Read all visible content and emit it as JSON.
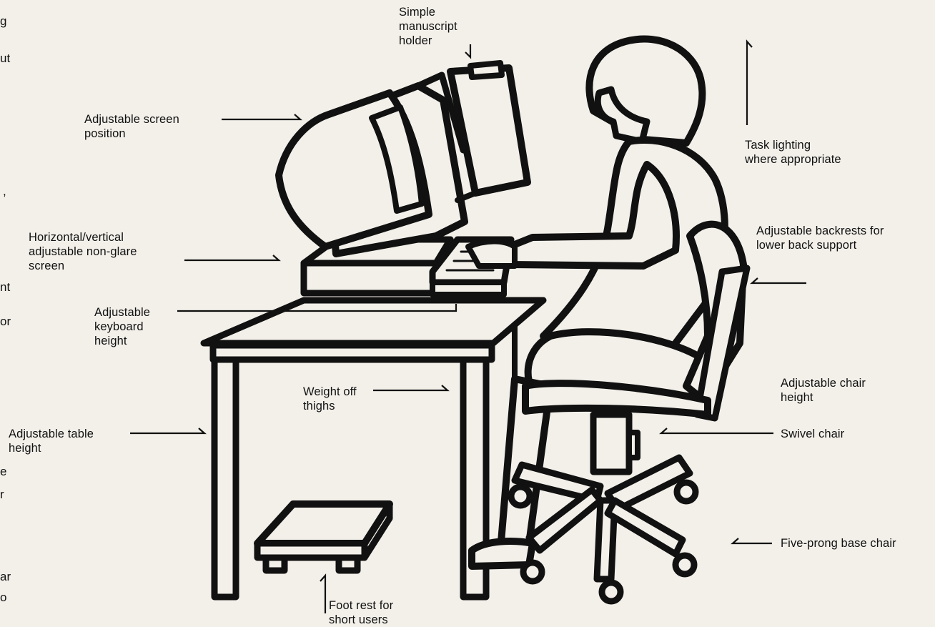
{
  "labels": {
    "manuscript_holder": "Simple\nmanuscript\nholder",
    "screen_position": "Adjustable screen\nposition",
    "task_lighting": "Task lighting\nwhere appropriate",
    "non_glare_screen": "Horizontal/vertical\nadjustable non-glare\nscreen",
    "backrest": "Adjustable backrests for\nlower back support",
    "keyboard_height": "Adjustable\nkeyboard\nheight",
    "weight_off_thighs": "Weight off\nthighs",
    "chair_height": "Adjustable chair\nheight",
    "table_height": "Adjustable table\nheight",
    "swivel_chair": "Swivel chair",
    "five_prong_base": "Five-prong base chair",
    "foot_rest": "Foot rest for\nshort users"
  },
  "edge_fragments": [
    "g",
    "ut",
    ",",
    "nt",
    "or",
    "e",
    "r",
    "ar",
    "o"
  ],
  "colors": {
    "ink": "#111111",
    "paper": "#f3f0ea"
  }
}
